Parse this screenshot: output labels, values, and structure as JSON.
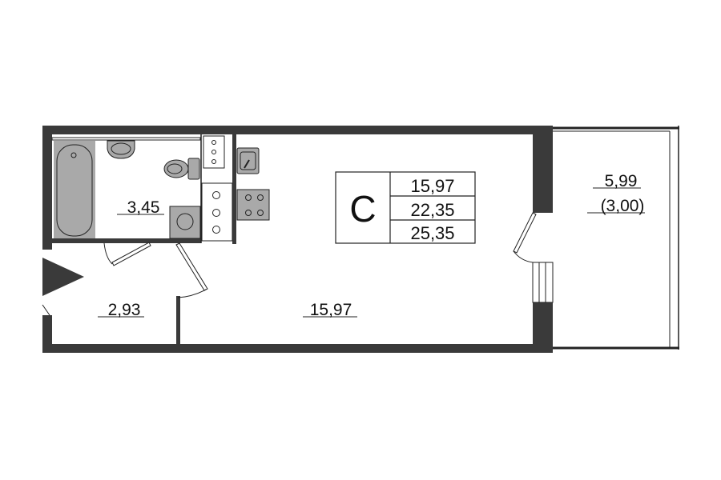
{
  "plan": {
    "apartment_type": "C",
    "areas_summary": [
      "15,97",
      "22,35",
      "25,35"
    ],
    "rooms": {
      "bathroom": "3,45",
      "hallway": "2,93",
      "living_room": "15,97",
      "balcony": "5,99",
      "balcony_reduced": "(3,00)"
    }
  },
  "colors": {
    "wall": "#3a3a3a",
    "fixture": "#a9a9a9",
    "line": "#222222"
  }
}
